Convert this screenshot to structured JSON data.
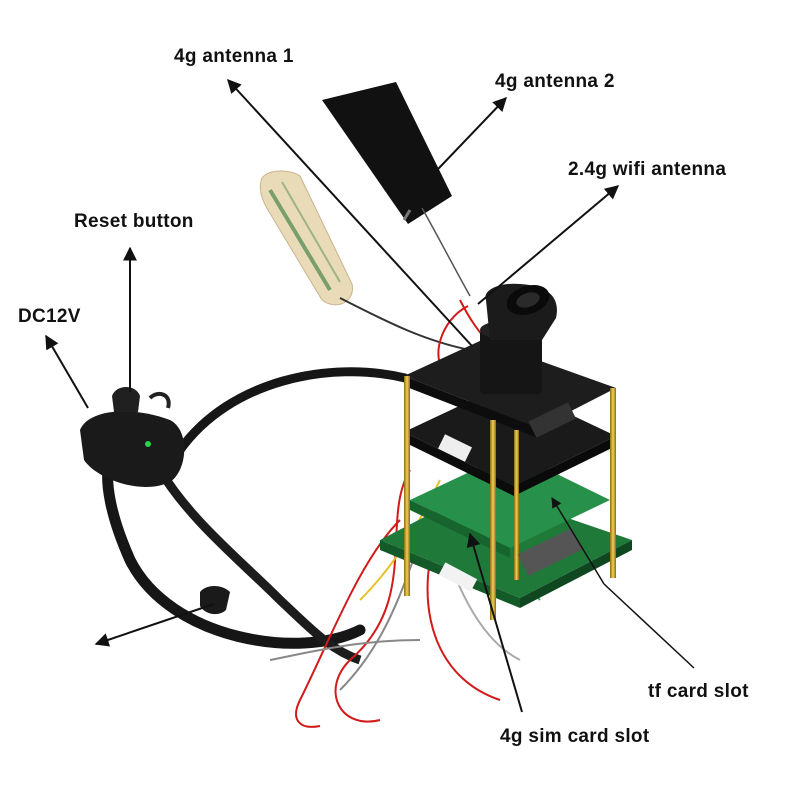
{
  "labels": {
    "antenna_4g_1": "4g antenna 1",
    "antenna_4g_2": "4g antenna 2",
    "wifi_antenna": "2.4g wifi antenna",
    "reset_button": "Reset button",
    "dc12v": "DC12V",
    "tf_card_slot": "tf card slot",
    "sim_card_slot": "4g sim card slot"
  },
  "colors": {
    "pcb_green": "#1f7a3a",
    "pcb_black": "#1a1a1a",
    "gold_standoff": "#c9a227",
    "cable_black": "#161616",
    "wire_red": "#d11a1a",
    "antenna_black": "#111111",
    "tape_beige": "#e8d7b3",
    "arrow": "#111111"
  }
}
